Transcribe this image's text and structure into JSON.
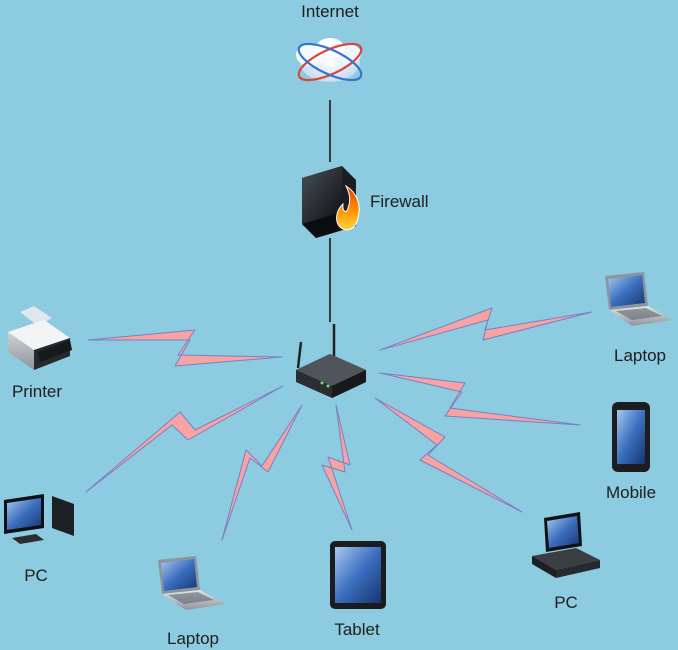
{
  "diagram": {
    "internet": {
      "label": "Internet",
      "icon": "internet-cloud-icon"
    },
    "firewall": {
      "label": "Firewall",
      "icon": "firewall-icon"
    },
    "router": {
      "icon": "wireless-router-icon"
    },
    "printer": {
      "label": "Printer",
      "icon": "printer-icon"
    },
    "pc_left": {
      "label": "PC",
      "icon": "desktop-pc-icon"
    },
    "laptop_bottom": {
      "label": "Laptop",
      "icon": "laptop-icon"
    },
    "tablet": {
      "label": "Tablet",
      "icon": "tablet-icon"
    },
    "pc_right": {
      "label": "PC",
      "icon": "desktop-pc-icon"
    },
    "mobile": {
      "label": "Mobile",
      "icon": "mobile-phone-icon"
    },
    "laptop_right": {
      "label": "Laptop",
      "icon": "laptop-icon"
    }
  },
  "colors": {
    "background": "#8ccbe0",
    "wireless_link": "#f5a3a3",
    "wireless_link_edge": "#7b7fc4",
    "wired_link": "#1a1a1a"
  }
}
